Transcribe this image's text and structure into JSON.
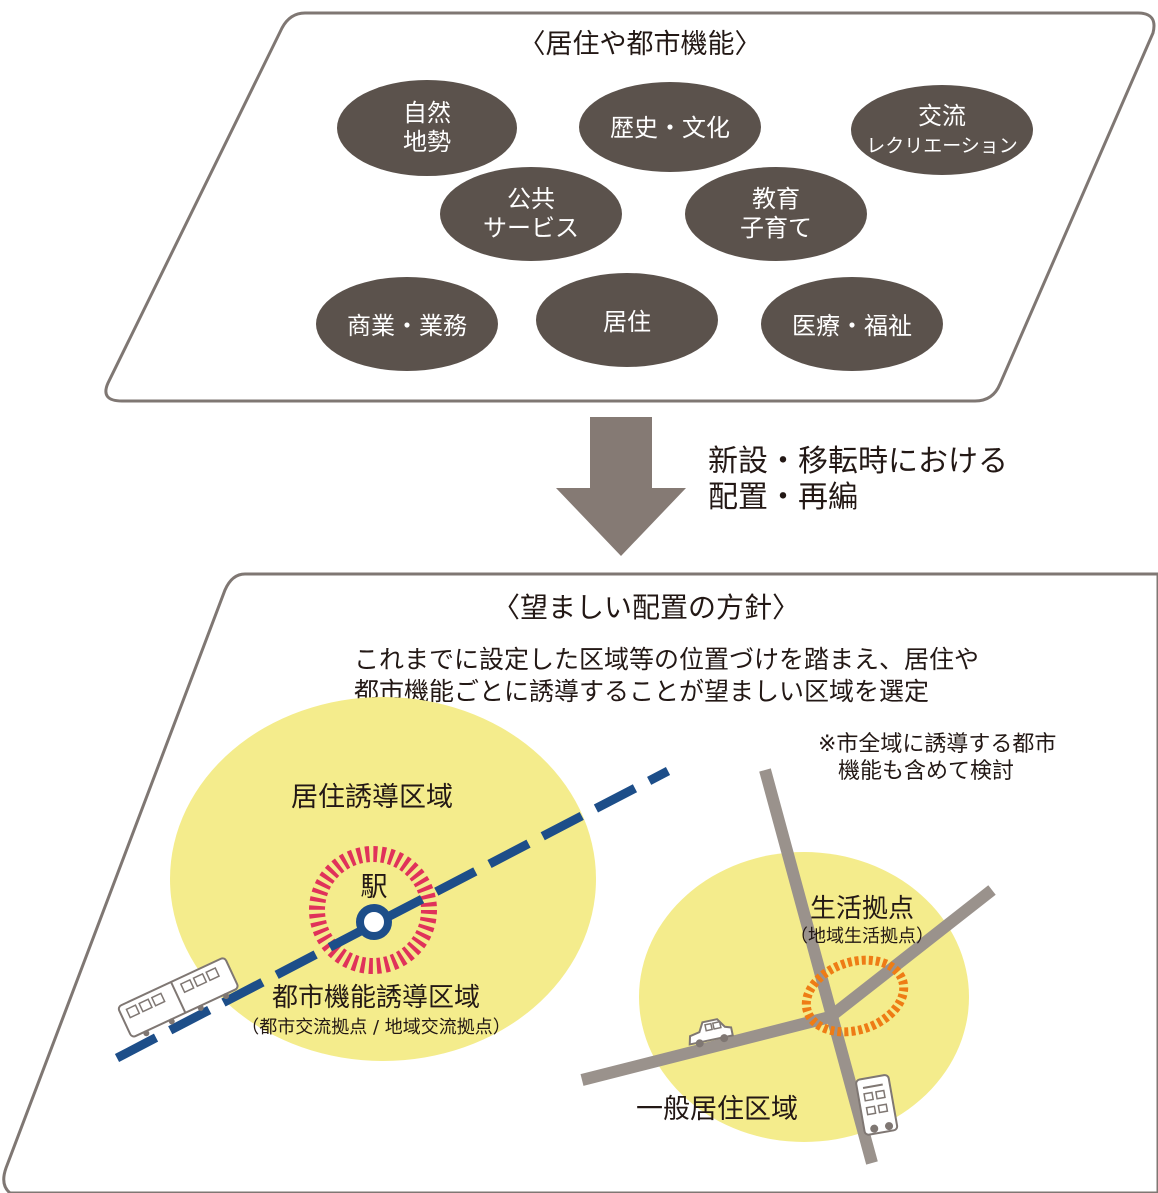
{
  "top_panel": {
    "title": "〈居住や都市機能〉",
    "functions": [
      {
        "line1": "自然",
        "line2": "地勢"
      },
      {
        "line1": "歴史・文化",
        "line2": ""
      },
      {
        "line1": "交流",
        "line2": "レクリエーション"
      },
      {
        "line1": "公共",
        "line2": "サービス"
      },
      {
        "line1": "教育",
        "line2": "子育て"
      },
      {
        "line1": "商業・業務",
        "line2": ""
      },
      {
        "line1": "居住",
        "line2": ""
      },
      {
        "line1": "医療・福祉",
        "line2": ""
      }
    ]
  },
  "arrow": {
    "caption_line1": "新設・移転時における",
    "caption_line2": "配置・再編"
  },
  "bottom_panel": {
    "title": "〈望ましい配置の方針〉",
    "description_line1": "これまでに設定した区域等の位置づけを踏まえ、居住や",
    "description_line2": "都市機能ごとに誘導することが望ましい区域を選定",
    "note_line1": "※市全域に誘導する都市",
    "note_line2": "機能も含めて検討",
    "residential_zone_label": "居住誘導区域",
    "station_label": "駅",
    "urban_zone_label": "都市機能誘導区域",
    "urban_zone_sublabel": "（都市交流拠点 / 地域交流拠点）",
    "life_hub_label": "生活拠点",
    "life_hub_sublabel": "（地域生活拠点）",
    "general_zone_label": "一般居住区域"
  },
  "colors": {
    "ellipse_fill": "#5b524c",
    "arrow_fill": "#857a74",
    "zone_fill": "#f4ec8c",
    "rail_color": "#1d4e89",
    "station_ring": "#e0325a",
    "hub_ring": "#ee7c15",
    "road_color": "#9a928c",
    "panel_stroke": "#7f7773"
  }
}
